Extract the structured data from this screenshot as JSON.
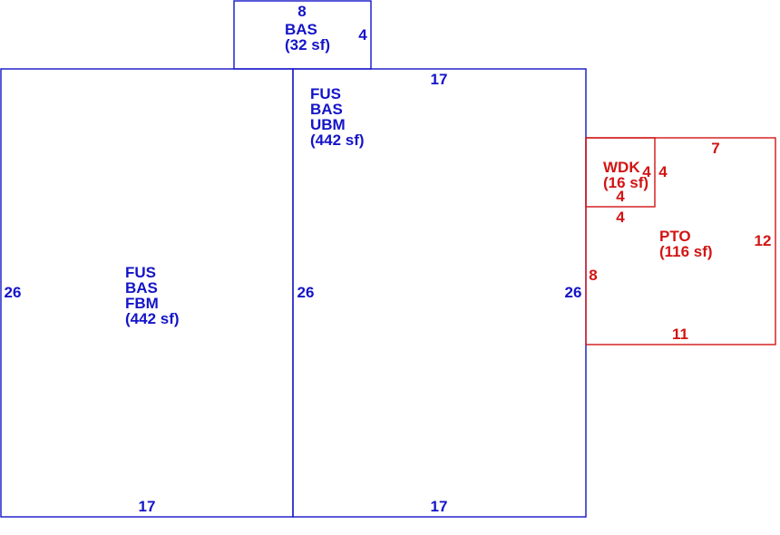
{
  "colors": {
    "living": "#1414c8",
    "exterior": "#d21414"
  },
  "areas": {
    "bas_small": {
      "lines": [
        "BAS",
        "(32 sf)"
      ]
    },
    "fus_ubm": {
      "lines": [
        "FUS",
        "BAS",
        "UBM",
        "(442 sf)"
      ]
    },
    "fus_fbm": {
      "lines": [
        "FUS",
        "BAS",
        "FBM",
        "(442 sf)"
      ]
    },
    "wdk": {
      "lines": [
        "WDK",
        "(16 sf)"
      ]
    },
    "pto": {
      "lines": [
        "PTO",
        "(116 sf)"
      ]
    }
  },
  "dimensions": {
    "bas_small_top": "8",
    "bas_small_right": "4",
    "ubm_top": "17",
    "fbm_left": "26",
    "middle_wall": "26",
    "ubm_right": "26",
    "fbm_bottom": "17",
    "ubm_bottom": "17",
    "wdk_left": "4",
    "wdk_right": "4",
    "wdk_bottom_inner": "4",
    "wdk_bottom_outer": "4",
    "pto_top": "7",
    "pto_right": "12",
    "pto_left": "8",
    "pto_bottom": "11"
  }
}
